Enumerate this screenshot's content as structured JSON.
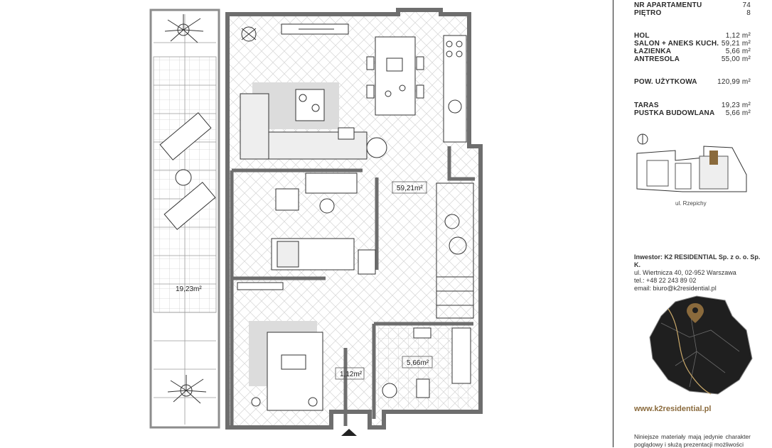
{
  "apartment": {
    "number_label": "NR APARTAMENTU",
    "number_value": "74",
    "floor_label": "PIĘTRO",
    "floor_value": "8"
  },
  "rooms": [
    {
      "name": "HOL",
      "area": "1,12 m²"
    },
    {
      "name": "SALON + ANEKS KUCH.",
      "area": "59,21 m²"
    },
    {
      "name": "ŁAZIENKA",
      "area": "5,66 m²"
    },
    {
      "name": "ANTRESOLA",
      "area": "55,00 m²"
    }
  ],
  "usable_area": {
    "name": "POW. UŻYTKOWA",
    "area": "120,99 m²"
  },
  "extra_areas": [
    {
      "name": "TARAS",
      "area": "19,23 m²"
    },
    {
      "name": "PUSTKA BUDOWLANA",
      "area": "5,66 m²"
    }
  ],
  "plan_labels": {
    "salon": "59,21m²",
    "taras": "19,23m²",
    "lazienka": "5,66m²",
    "hol": "1,12m²"
  },
  "site_plan": {
    "street": "ul. Rzepichy"
  },
  "investor": {
    "name": "Inwestor: K2 RESIDENTIAL Sp. z o. o. Sp. K.",
    "address": "ul. Wiertnicza 40, 02-952 Warszawa",
    "phone": "tel.: +48 22 243 89 02",
    "email": "email: biuro@k2residential.pl"
  },
  "website": "www.k2residential.pl",
  "disclaimer": "Niniejsze materiały mają jedynie charakter poglądowy i służą prezentacji możliwości",
  "colors": {
    "accent": "#8a6a3c",
    "wall": "#6e6e6e",
    "furniture_shade": "#dcdcdc"
  }
}
